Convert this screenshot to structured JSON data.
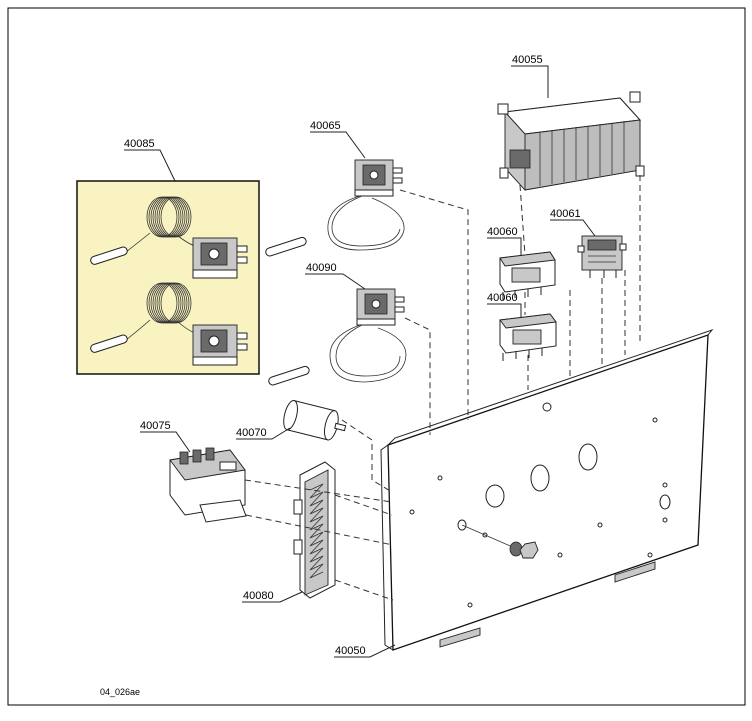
{
  "footer_code": "04_026ae",
  "callouts": {
    "p40055": "40055",
    "p40085": "40085",
    "p40065": "40065",
    "p40060a": "40060",
    "p40061": "40061",
    "p40090": "40090",
    "p40060b": "40060",
    "p40075": "40075",
    "p40070": "40070",
    "p40080": "40080",
    "p40050": "40050"
  },
  "colors": {
    "highlight_fill": "#f9f3c1",
    "frame": "#000000"
  }
}
